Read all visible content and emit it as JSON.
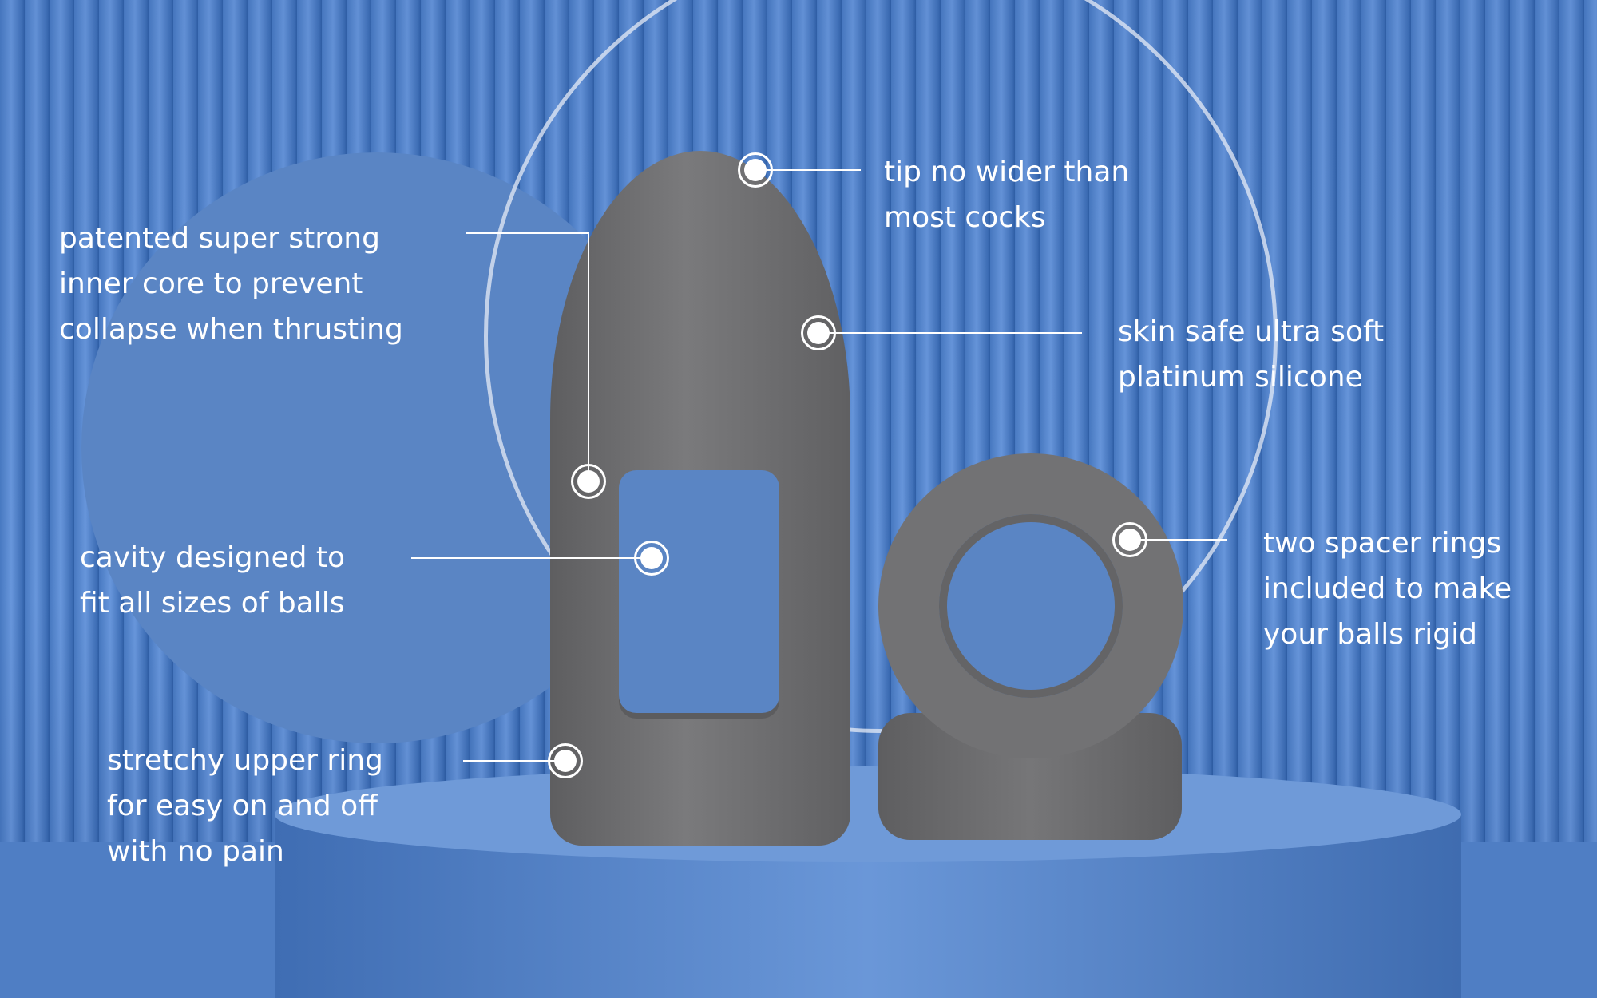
{
  "callouts": {
    "core": [
      "patented super strong",
      "inner core to prevent",
      "collapse when thrusting"
    ],
    "tip": [
      "tip no wider than",
      "most cocks"
    ],
    "silicone": [
      "skin safe ultra soft",
      "platinum silicone"
    ],
    "cavity": [
      "cavity designed to",
      "fit all sizes of balls"
    ],
    "rings": [
      "two spacer rings",
      "included to make",
      "your balls rigid"
    ],
    "upper_ring": [
      "stretchy upper ring",
      "for easy on and off",
      "with no pain"
    ]
  },
  "colors": {
    "background": "#4a7cc4",
    "product": "#6e6e70",
    "text": "#ffffff"
  }
}
